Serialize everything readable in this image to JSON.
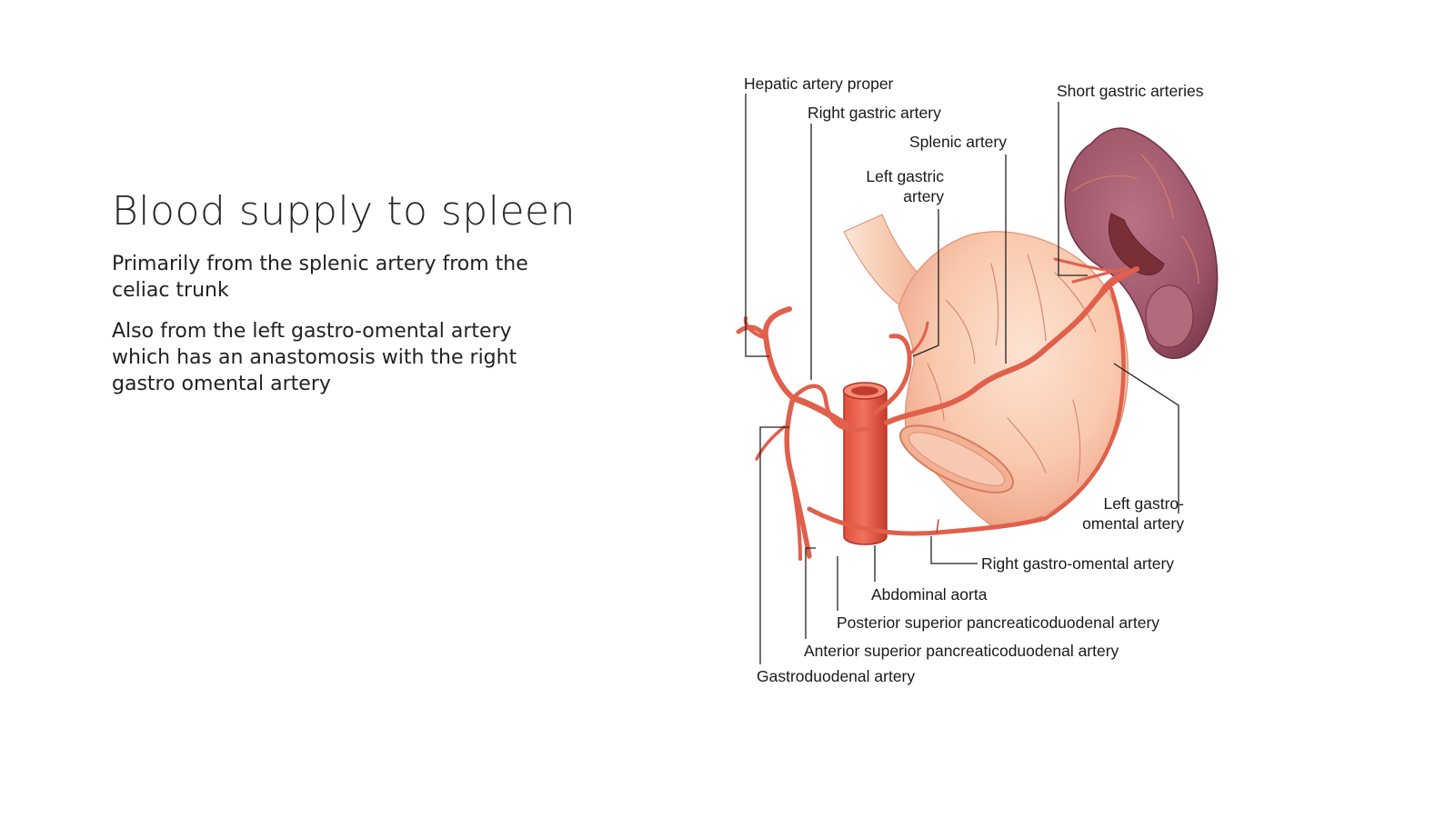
{
  "slide": {
    "title": "Blood supply to spleen",
    "bullets": [
      "Primarily from the splenic artery from the celiac trunk",
      "Also from the left gastro-omental artery which has an anastomosis with the right gastro omental artery"
    ]
  },
  "diagram": {
    "labels": {
      "hepatic_artery_proper": "Hepatic artery proper",
      "right_gastric_artery": "Right gastric artery",
      "splenic_artery": "Splenic artery",
      "left_gastric_artery_line1": "Left gastric",
      "left_gastric_artery_line2": "artery",
      "short_gastric_arteries": "Short gastric arteries",
      "left_gastro_omental_line1": "Left gastro-",
      "left_gastro_omental_line2": "omental artery",
      "right_gastro_omental_artery": "Right gastro-omental artery",
      "abdominal_aorta": "Abdominal aorta",
      "posterior_superior_pancreaticoduodenal": "Posterior superior pancreaticoduodenal artery",
      "anterior_superior_pancreaticoduodenal": "Anterior superior pancreaticoduodenal artery",
      "gastroduodenal_artery": "Gastroduodenal artery"
    },
    "colors": {
      "artery": "#e0604c",
      "stomach": "#f8c3a6",
      "spleen": "#a25b6e",
      "leader_lines": "#222222"
    }
  }
}
